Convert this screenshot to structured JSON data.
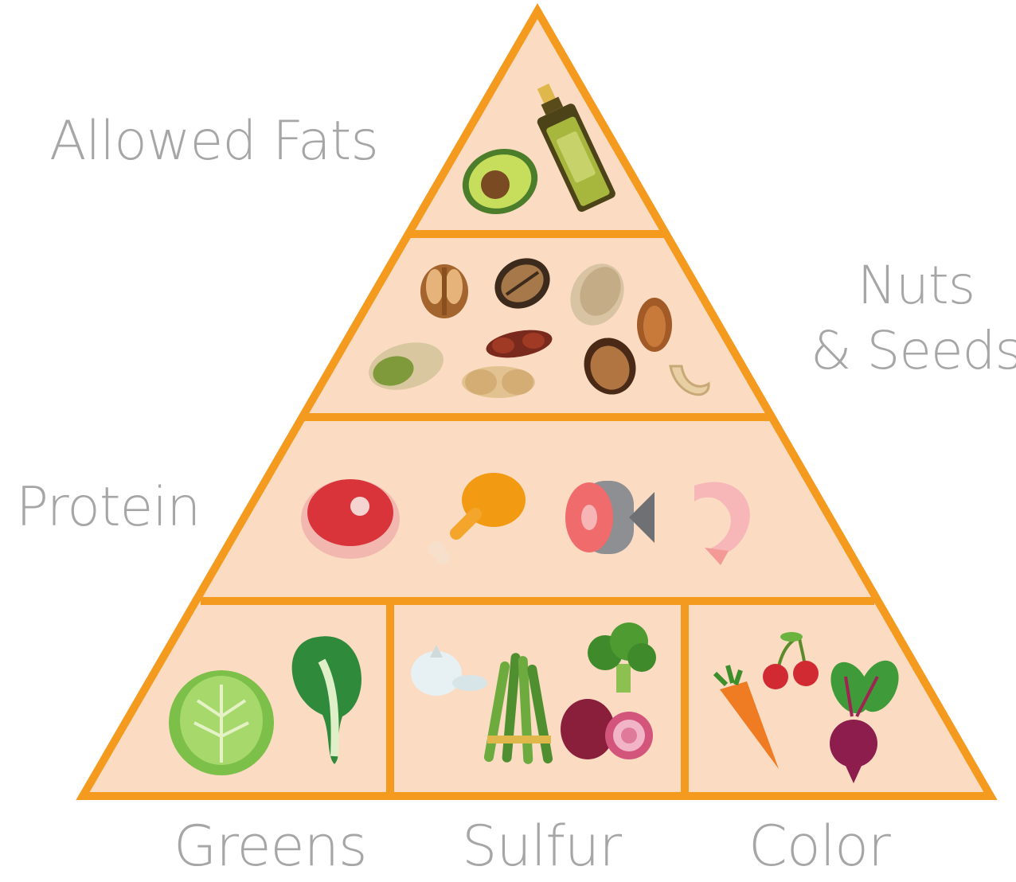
{
  "diagram": {
    "colors": {
      "outline": "#f39a1f",
      "fill": "#fbdcc2",
      "label": "#a6a6a6"
    },
    "tiers": [
      {
        "id": "fats",
        "label": "Allowed Fats",
        "icons": [
          "avocado-icon",
          "olive-oil-bottle-icon"
        ]
      },
      {
        "id": "nuts",
        "label_lines": [
          "Nuts",
          "& Seeds"
        ],
        "icons": [
          "walnut-icon",
          "pecan-icon",
          "almond-icon",
          "brazil-nut-icon",
          "pistachio-icon",
          "bean-icon",
          "peanut-icon",
          "almond-icon",
          "cashew-icon"
        ]
      },
      {
        "id": "protein",
        "label": "Protein",
        "icons": [
          "steak-icon",
          "chicken-leg-icon",
          "fish-icon",
          "shrimp-icon"
        ]
      }
    ],
    "base_sections": [
      {
        "id": "greens",
        "label": "Greens",
        "icons": [
          "cabbage-icon",
          "bok-choy-icon"
        ]
      },
      {
        "id": "sulfur",
        "label": "Sulfur",
        "icons": [
          "garlic-icon",
          "asparagus-icon",
          "broccoli-icon",
          "onion-icon"
        ]
      },
      {
        "id": "color",
        "label": "Color",
        "icons": [
          "carrot-icon",
          "cherries-icon",
          "beet-icon"
        ]
      }
    ]
  }
}
